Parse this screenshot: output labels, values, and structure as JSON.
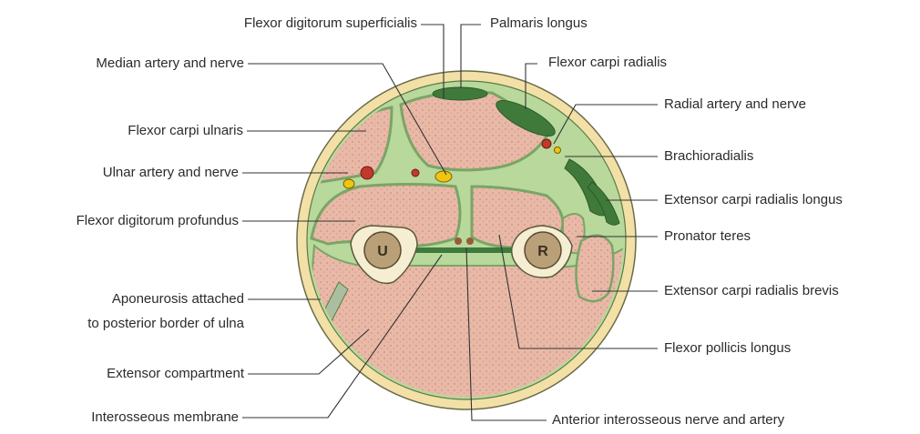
{
  "bones": {
    "ulna": "U",
    "radius": "R"
  },
  "labels": {
    "flexor_digitorum_superficialis": "Flexor digitorum superficialis",
    "palmaris_longus": "Palmaris longus",
    "median_artery_nerve": "Median artery and nerve",
    "flexor_carpi_radialis": "Flexor carpi radialis",
    "radial_artery_nerve": "Radial artery and nerve",
    "flexor_carpi_ulnaris": "Flexor carpi ulnaris",
    "brachioradialis": "Brachioradialis",
    "ulnar_artery_nerve": "Ulnar artery and nerve",
    "extensor_carpi_radialis_longus": "Extensor carpi radialis longus",
    "flexor_digitorum_profundus": "Flexor digitorum profundus",
    "pronator_teres": "Pronator teres",
    "extensor_carpi_radialis_brevis": "Extensor carpi radialis brevis",
    "aponeurosis_line1": "Aponeurosis attached",
    "aponeurosis_line2": "to posterior border of ulna",
    "flexor_pollicis_longus": "Flexor pollicis longus",
    "extensor_compartment": "Extensor compartment",
    "interosseous_membrane": "Interosseous membrane",
    "anterior_interosseous": "Anterior interosseous nerve and artery"
  },
  "colors": {
    "skin_ring": "#f3e0a6",
    "fascia_green": "#b7d79a",
    "muscle": "#e7b7a5",
    "muscle_stipple": "#d9958a",
    "bone_outer": "#f5edd0",
    "bone_inner": "#b9a078",
    "membrane": "#3e7a3c",
    "artery": "#c0392b",
    "nerve": "#f1c40f",
    "dark_muscle": "#3f7a3a"
  }
}
